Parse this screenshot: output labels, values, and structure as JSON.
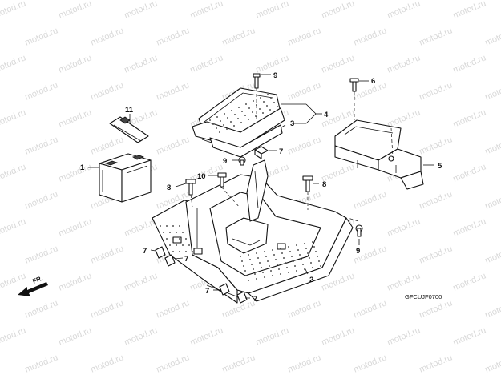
{
  "diagram": {
    "watermark_text": "motod.ru",
    "drawing_code": "GFCUJF0700",
    "direction_label": "FR.",
    "callouts": [
      {
        "id": "c1",
        "label": "1"
      },
      {
        "id": "c2",
        "label": "2"
      },
      {
        "id": "c3",
        "label": "3"
      },
      {
        "id": "c4",
        "label": "4"
      },
      {
        "id": "c5",
        "label": "5"
      },
      {
        "id": "c6",
        "label": "6"
      },
      {
        "id": "c7a",
        "label": "7"
      },
      {
        "id": "c7b",
        "label": "7"
      },
      {
        "id": "c7c",
        "label": "7"
      },
      {
        "id": "c7d",
        "label": "7"
      },
      {
        "id": "c7e",
        "label": "7"
      },
      {
        "id": "c8a",
        "label": "8"
      },
      {
        "id": "c8b",
        "label": "8"
      },
      {
        "id": "c9a",
        "label": "9"
      },
      {
        "id": "c9b",
        "label": "9"
      },
      {
        "id": "c9c",
        "label": "9"
      },
      {
        "id": "c10",
        "label": "10"
      },
      {
        "id": "c11",
        "label": "11"
      }
    ]
  }
}
